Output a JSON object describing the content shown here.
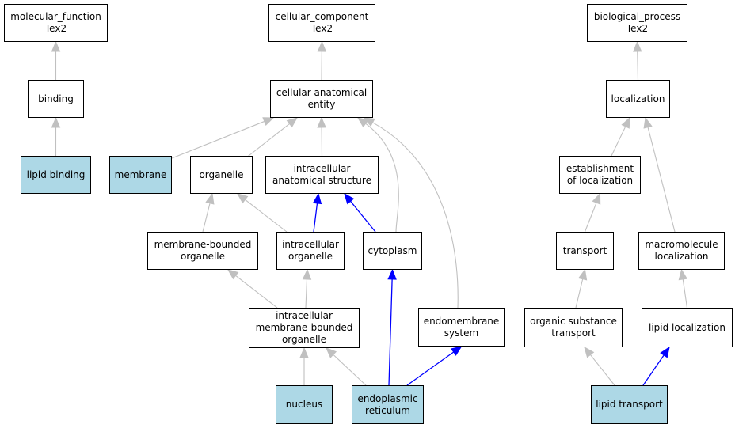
{
  "colors": {
    "highlight": "#add8e6",
    "default_edge": "#c0c0c0",
    "path_edge": "#0000ff"
  },
  "nodes": {
    "molecular_function": "molecular_function\nTex2",
    "binding": "binding",
    "lipid_binding": "lipid binding",
    "cellular_component": "cellular_component\nTex2",
    "cellular_anatomical_entity": "cellular anatomical\nentity",
    "membrane": "membrane",
    "organelle": "organelle",
    "intracellular_anatomical_structure": "intracellular\nanatomical structure",
    "membrane_bounded_organelle": "membrane-bounded\norganelle",
    "intracellular_organelle": "intracellular\norganelle",
    "cytoplasm": "cytoplasm",
    "intracellular_membrane_bounded_organelle": "intracellular\nmembrane-bounded\norganelle",
    "endomembrane_system": "endomembrane\nsystem",
    "nucleus": "nucleus",
    "endoplasmic_reticulum": "endoplasmic\nreticulum",
    "biological_process": "biological_process\nTex2",
    "localization": "localization",
    "establishment_of_localization": "establishment\nof localization",
    "transport": "transport",
    "macromolecule_localization": "macromolecule\nlocalization",
    "organic_substance_transport": "organic substance\ntransport",
    "lipid_localization": "lipid localization",
    "lipid_transport": "lipid transport"
  },
  "highlighted": [
    "lipid_binding",
    "membrane",
    "nucleus",
    "endoplasmic_reticulum",
    "lipid_transport"
  ],
  "edges": [
    {
      "from": "binding",
      "to": "molecular_function",
      "style": "default"
    },
    {
      "from": "lipid_binding",
      "to": "binding",
      "style": "default"
    },
    {
      "from": "membrane",
      "to": "cellular_anatomical_entity",
      "style": "default"
    },
    {
      "from": "organelle",
      "to": "cellular_anatomical_entity",
      "style": "default"
    },
    {
      "from": "intracellular_anatomical_structure",
      "to": "cellular_anatomical_entity",
      "style": "default"
    },
    {
      "from": "cytoplasm",
      "to": "cellular_anatomical_entity",
      "style": "default"
    },
    {
      "from": "endomembrane_system",
      "to": "cellular_anatomical_entity",
      "style": "default"
    },
    {
      "from": "cellular_anatomical_entity",
      "to": "cellular_component",
      "style": "default"
    },
    {
      "from": "membrane_bounded_organelle",
      "to": "organelle",
      "style": "default"
    },
    {
      "from": "intracellular_organelle",
      "to": "organelle",
      "style": "default"
    },
    {
      "from": "intracellular_organelle",
      "to": "intracellular_anatomical_structure",
      "style": "path"
    },
    {
      "from": "cytoplasm",
      "to": "intracellular_anatomical_structure",
      "style": "path"
    },
    {
      "from": "intracellular_membrane_bounded_organelle",
      "to": "membrane_bounded_organelle",
      "style": "default"
    },
    {
      "from": "intracellular_membrane_bounded_organelle",
      "to": "intracellular_organelle",
      "style": "default"
    },
    {
      "from": "nucleus",
      "to": "intracellular_membrane_bounded_organelle",
      "style": "default"
    },
    {
      "from": "endoplasmic_reticulum",
      "to": "intracellular_membrane_bounded_organelle",
      "style": "default"
    },
    {
      "from": "endoplasmic_reticulum",
      "to": "cytoplasm",
      "style": "path"
    },
    {
      "from": "endoplasmic_reticulum",
      "to": "endomembrane_system",
      "style": "path"
    },
    {
      "from": "localization",
      "to": "biological_process",
      "style": "default"
    },
    {
      "from": "establishment_of_localization",
      "to": "localization",
      "style": "default"
    },
    {
      "from": "macromolecule_localization",
      "to": "localization",
      "style": "default"
    },
    {
      "from": "transport",
      "to": "establishment_of_localization",
      "style": "default"
    },
    {
      "from": "organic_substance_transport",
      "to": "transport",
      "style": "default"
    },
    {
      "from": "lipid_localization",
      "to": "macromolecule_localization",
      "style": "default"
    },
    {
      "from": "lipid_transport",
      "to": "organic_substance_transport",
      "style": "default"
    },
    {
      "from": "lipid_transport",
      "to": "lipid_localization",
      "style": "path"
    }
  ]
}
